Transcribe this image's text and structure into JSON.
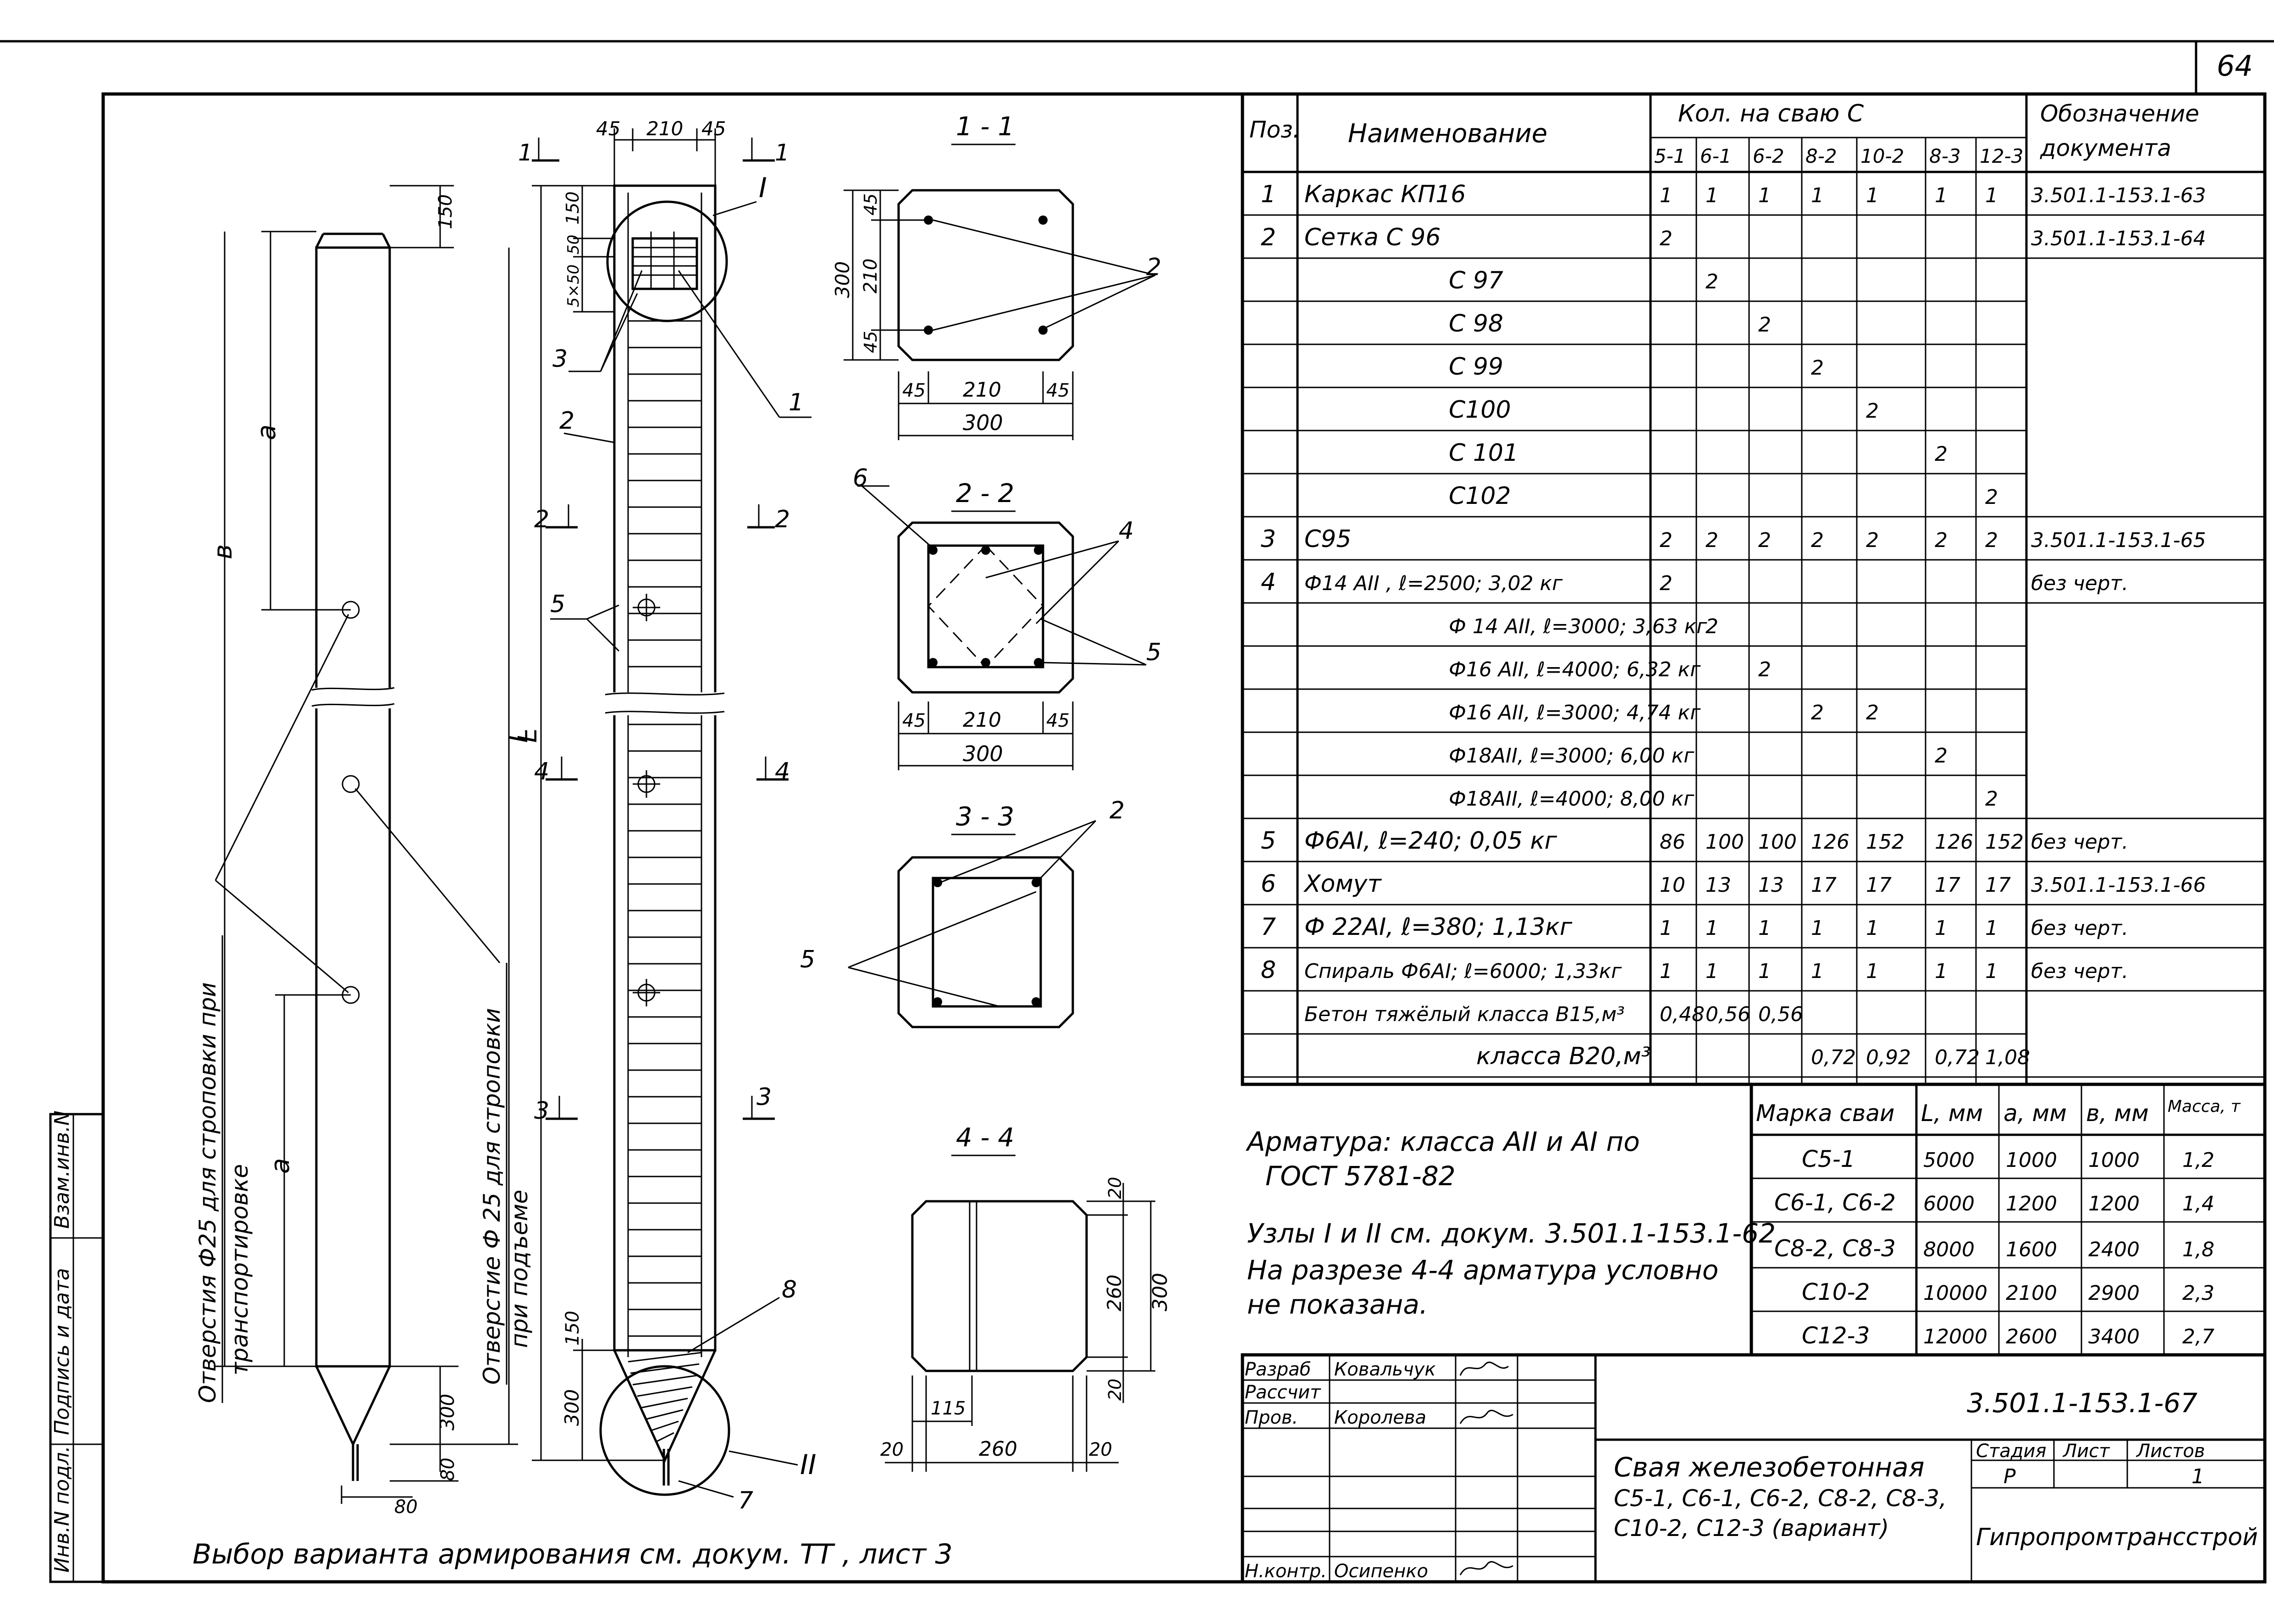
{
  "page_number": "64",
  "margin_labels": [
    "Инв.N подл.",
    "Подпись и дата",
    "Взам.инв.N"
  ],
  "pile_side": {
    "dims": {
      "top": "150",
      "bottom": "300",
      "tip_width": "80",
      "tip_len": "80",
      "a_top": "а",
      "b": "в",
      "a_low": "а",
      "L": "L"
    },
    "hole_label_1": [
      "Отверстия Ф25 для строповки при",
      "транспортировке"
    ],
    "hole_label_2": [
      "Отверстие Ф 25 для строповки",
      "при подъеме"
    ]
  },
  "pile_section": {
    "top_dims": [
      "45",
      "210",
      "45"
    ],
    "left_dims": [
      "150",
      "50",
      "5×50"
    ],
    "bottom_dims": [
      "150",
      "300"
    ],
    "L": "L",
    "node_1": "I",
    "node_2": "II",
    "callouts": [
      "1",
      "2",
      "3",
      "5",
      "7",
      "8"
    ],
    "cut_marks": [
      "1",
      "1",
      "2",
      "2",
      "4",
      "4",
      "3",
      "3"
    ]
  },
  "sections": {
    "s1": {
      "title": "1 - 1",
      "h_dims": [
        "45",
        "210",
        "45"
      ],
      "total": "300",
      "v_dims": [
        "45",
        "210",
        "45"
      ],
      "v_total": "300",
      "callout": "2"
    },
    "s2": {
      "title": "2 - 2",
      "h_dims": [
        "45",
        "210",
        "45"
      ],
      "total": "300",
      "callouts": [
        "6",
        "4",
        "5"
      ]
    },
    "s3": {
      "title": "3 - 3",
      "callouts": [
        "2",
        "5"
      ]
    },
    "s4": {
      "title": "4 - 4",
      "v_dims": [
        "20",
        "260",
        "20"
      ],
      "v_total": "300",
      "h_dims": [
        "115",
        "260",
        "20",
        "20"
      ]
    }
  },
  "spec_table": {
    "headers": {
      "pos": "Поз.",
      "name": "Наименование",
      "qty": "Кол. на сваю С",
      "doc": [
        "Обозначение",
        "документа"
      ]
    },
    "sub_headers": [
      "5-1",
      "6-1",
      "6-2",
      "8-2",
      "10-2",
      "8-3",
      "12-3"
    ],
    "rows": [
      {
        "pos": "1",
        "name": "Каркас   КП16",
        "q": [
          "1",
          "1",
          "1",
          "1",
          "1",
          "1",
          "1"
        ],
        "doc": "3.501.1-153.1-63"
      },
      {
        "pos": "2",
        "name": "Сетка       С 96",
        "q": [
          "2",
          "",
          "",
          "",
          "",
          "",
          ""
        ],
        "doc": "3.501.1-153.1-64"
      },
      {
        "pos": "",
        "name": "С 97",
        "q": [
          "",
          "2",
          "",
          "",
          "",
          "",
          ""
        ],
        "doc": ""
      },
      {
        "pos": "",
        "name": "С 98",
        "q": [
          "",
          "",
          "2",
          "",
          "",
          "",
          ""
        ],
        "doc": ""
      },
      {
        "pos": "",
        "name": "С 99",
        "q": [
          "",
          "",
          "",
          "2",
          "",
          "",
          ""
        ],
        "doc": ""
      },
      {
        "pos": "",
        "name": "С100",
        "q": [
          "",
          "",
          "",
          "",
          "2",
          "",
          ""
        ],
        "doc": ""
      },
      {
        "pos": "",
        "name": "С 101",
        "q": [
          "",
          "",
          "",
          "",
          "",
          "2",
          ""
        ],
        "doc": ""
      },
      {
        "pos": "",
        "name": "С102",
        "q": [
          "",
          "",
          "",
          "",
          "",
          "",
          "2"
        ],
        "doc": ""
      },
      {
        "pos": "3",
        "name": "С95",
        "q": [
          "2",
          "2",
          "2",
          "2",
          "2",
          "2",
          "2"
        ],
        "doc": "3.501.1-153.1-65"
      },
      {
        "pos": "4",
        "name": "Ф14 АII ,  ℓ=2500;  3,02 кг",
        "q": [
          "2",
          "",
          "",
          "",
          "",
          "",
          ""
        ],
        "doc": "без черт."
      },
      {
        "pos": "",
        "name": "Ф 14 АII,  ℓ=3000;  3,63 кг",
        "q": [
          "",
          "2",
          "",
          "",
          "",
          "",
          ""
        ],
        "doc": ""
      },
      {
        "pos": "",
        "name": "Ф16 АII,  ℓ=4000;  6,32 кг",
        "q": [
          "",
          "",
          "2",
          "",
          "",
          "",
          ""
        ],
        "doc": ""
      },
      {
        "pos": "",
        "name": "Ф16 АII,  ℓ=3000;  4,74 кг",
        "q": [
          "",
          "",
          "",
          "2",
          "2",
          "",
          ""
        ],
        "doc": ""
      },
      {
        "pos": "",
        "name": "Ф18АII,  ℓ=3000;  6,00 кг",
        "q": [
          "",
          "",
          "",
          "",
          "",
          "2",
          ""
        ],
        "doc": ""
      },
      {
        "pos": "",
        "name": "Ф18АII,  ℓ=4000;  8,00 кг",
        "q": [
          "",
          "",
          "",
          "",
          "",
          "",
          "2"
        ],
        "doc": ""
      },
      {
        "pos": "5",
        "name": "Ф6АI,  ℓ=240;  0,05 кг",
        "q": [
          "86",
          "100",
          "100",
          "126",
          "152",
          "126",
          "152"
        ],
        "doc": "без черт."
      },
      {
        "pos": "6",
        "name": "Хомут",
        "q": [
          "10",
          "13",
          "13",
          "17",
          "17",
          "17",
          "17"
        ],
        "doc": "3.501.1-153.1-66"
      },
      {
        "pos": "7",
        "name": "Ф 22АI, ℓ=380; 1,13кг",
        "q": [
          "1",
          "1",
          "1",
          "1",
          "1",
          "1",
          "1"
        ],
        "doc": "без черт."
      },
      {
        "pos": "8",
        "name": "Спираль Ф6АI; ℓ=6000; 1,33кг",
        "q": [
          "1",
          "1",
          "1",
          "1",
          "1",
          "1",
          "1"
        ],
        "doc": "без черт."
      },
      {
        "pos": "",
        "name": "Бетон тяжёлый класса В15,м³",
        "q": [
          "0,48",
          "0,56",
          "0,56",
          "",
          "",
          "",
          ""
        ],
        "doc": ""
      },
      {
        "pos": "",
        "name": "класса В20,м³",
        "q": [
          "",
          "",
          "",
          "0,72",
          "0,92",
          "0,72",
          "1,08"
        ],
        "doc": ""
      }
    ]
  },
  "notes": [
    "Арматура:  класса  АII  и АI  по",
    "ГОСТ 5781-82",
    "Узлы I и II  см. докум. 3.501.1-153.1-62",
    "На разрезе 4-4 арматура условно",
    "не показана."
  ],
  "bottom_note": "Выбор   варианта   армирования   см. докум. ТТ ,  лист 3",
  "mass_table": {
    "headers": [
      "Марка сваи",
      "L, мм",
      "а, мм",
      "в, мм",
      "Масса, т"
    ],
    "rows": [
      [
        "С5-1",
        "5000",
        "1000",
        "1000",
        "1,2"
      ],
      [
        "С6-1, С6-2",
        "6000",
        "1200",
        "1200",
        "1,4"
      ],
      [
        "С8-2, С8-3",
        "8000",
        "1600",
        "2400",
        "1,8"
      ],
      [
        "С10-2",
        "10000",
        "2100",
        "2900",
        "2,3"
      ],
      [
        "С12-3",
        "12000",
        "2600",
        "3400",
        "2,7"
      ]
    ]
  },
  "title_block": {
    "roles": [
      "Разраб",
      "Рассчит",
      "Пров.",
      "Н.контр."
    ],
    "names": [
      "Ковальчук",
      "",
      "Королева",
      "Осипенко"
    ],
    "signatures": [
      "подпись",
      "",
      "подпись",
      "подпись"
    ],
    "doc_code": "3.501.1-153.1-67",
    "title": [
      "Свая железобетонная",
      "С5-1, С6-1, С6-2, С8-2, С8-3,",
      "С10-2, С12-3 (вариант)"
    ],
    "stage_header": "Стадия",
    "sheet_header": "Лист",
    "sheets_header": "Листов",
    "stage": "Р",
    "sheet": "",
    "sheets": "1",
    "org": "Гипропромтрансстрой"
  }
}
